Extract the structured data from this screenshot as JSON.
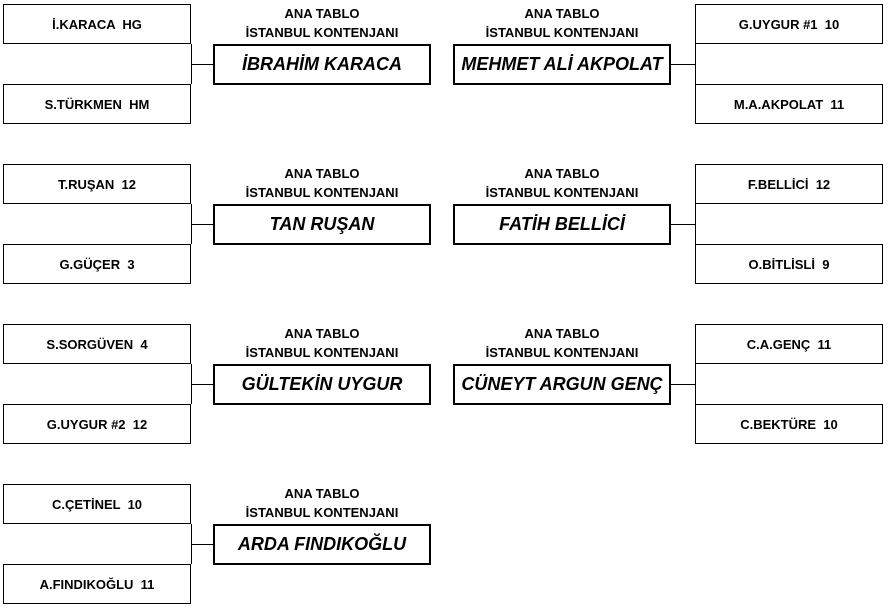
{
  "matches": [
    {
      "heading": [
        "ANA TABLO",
        "İSTANBUL KONTENJANI"
      ],
      "top": "İ.KARACA  HG",
      "bottom": "S.TÜRKMEN  HM",
      "winner": "İBRAHİM KARACA"
    },
    {
      "heading": [
        "ANA TABLO",
        "İSTANBUL KONTENJANI"
      ],
      "top": "T.RUŞAN  12",
      "bottom": "G.GÜÇER  3",
      "winner": "TAN RUŞAN"
    },
    {
      "heading": [
        "ANA TABLO",
        "İSTANBUL KONTENJANI"
      ],
      "top": "S.SORGÜVEN  4",
      "bottom": "G.UYGUR #2  12",
      "winner": "GÜLTEKİN UYGUR"
    },
    {
      "heading": [
        "ANA TABLO",
        "İSTANBUL KONTENJANI"
      ],
      "top": "C.ÇETİNEL  10",
      "bottom": "A.FINDIKOĞLU  11",
      "winner": "ARDA FINDIKOĞLU"
    },
    {
      "heading": [
        "ANA TABLO",
        "İSTANBUL KONTENJANI"
      ],
      "top": "G.UYGUR #1  10",
      "bottom": "M.A.AKPOLAT  11",
      "winner": "MEHMET ALİ AKPOLAT"
    },
    {
      "heading": [
        "ANA TABLO",
        "İSTANBUL KONTENJANI"
      ],
      "top": "F.BELLİCİ  12",
      "bottom": "O.BİTLİSLİ  9",
      "winner": "FATİH BELLİCİ"
    },
    {
      "heading": [
        "ANA TABLO",
        "İSTANBUL KONTENJANI"
      ],
      "top": "C.A.GENÇ  11",
      "bottom": "C.BEKTÜRE  10",
      "winner": "CÜNEYT ARGUN GENÇ"
    }
  ]
}
